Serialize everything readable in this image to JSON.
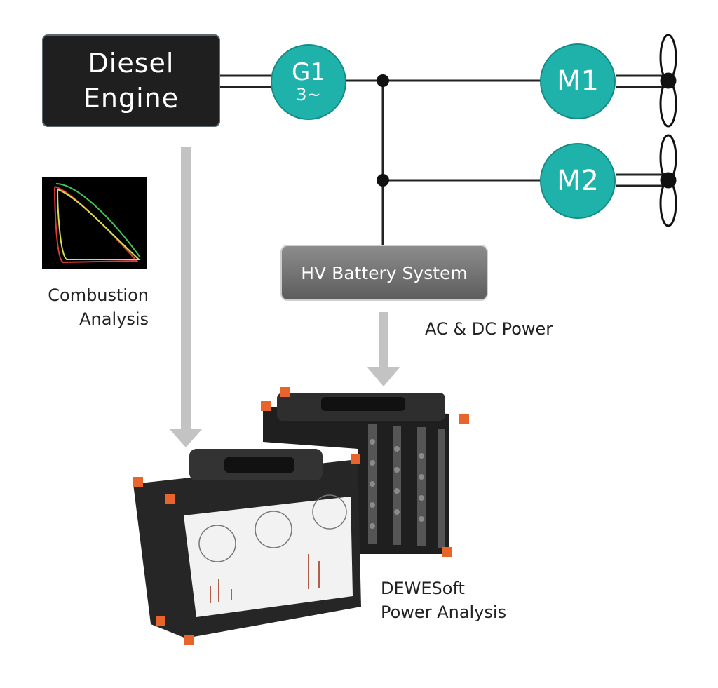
{
  "engine": {
    "line1": "Diesel",
    "line2": "Engine"
  },
  "generator": {
    "name": "G1",
    "phase": "3~"
  },
  "motors": [
    {
      "name": "M1"
    },
    {
      "name": "M2"
    }
  ],
  "battery": {
    "label": "HV Battery System"
  },
  "labels": {
    "combustion_line1": "Combustion",
    "combustion_line2": "Analysis",
    "ac_dc": "AC & DC Power",
    "dewesoft_line1": "DEWESoft",
    "dewesoft_line2": "Power Analysis"
  },
  "colors": {
    "accent_teal": "#1fb2aa",
    "engine_box": "#1f1f1f",
    "battery_box": "#6e6e6e",
    "arrow_gray": "#c3c3c3",
    "device_body": "#2a2a2a",
    "device_corner": "#e8642a"
  },
  "icons": [
    "propeller-icon",
    "combustion-plot-thumbnail",
    "data-acquisition-device"
  ]
}
